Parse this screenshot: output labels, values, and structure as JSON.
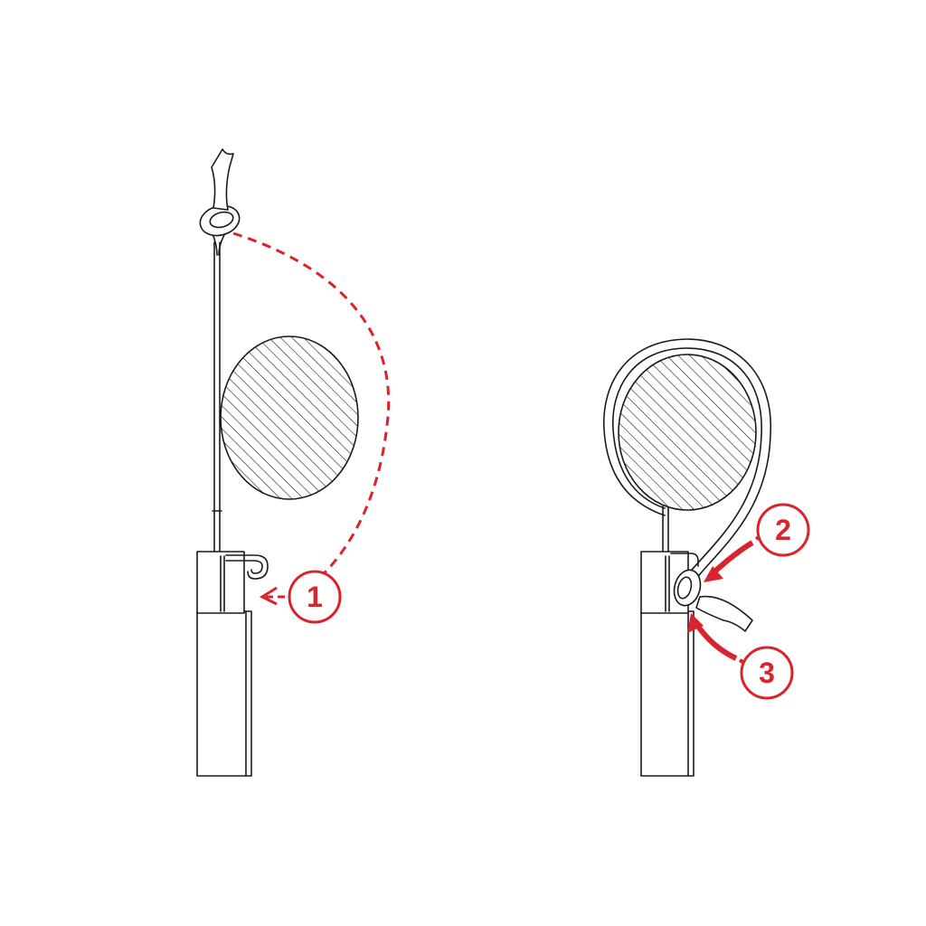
{
  "diagram": {
    "accent_color": "#d9232d",
    "ink_color": "#1a1a1a",
    "left_panel": {
      "step_marker": {
        "label": "1",
        "icon": "dashed-curved-arrow"
      }
    },
    "right_panel": {
      "step_markers": [
        {
          "label": "2",
          "icon": "solid-curved-arrow"
        },
        {
          "label": "3",
          "icon": "solid-curved-arrow"
        }
      ]
    }
  }
}
